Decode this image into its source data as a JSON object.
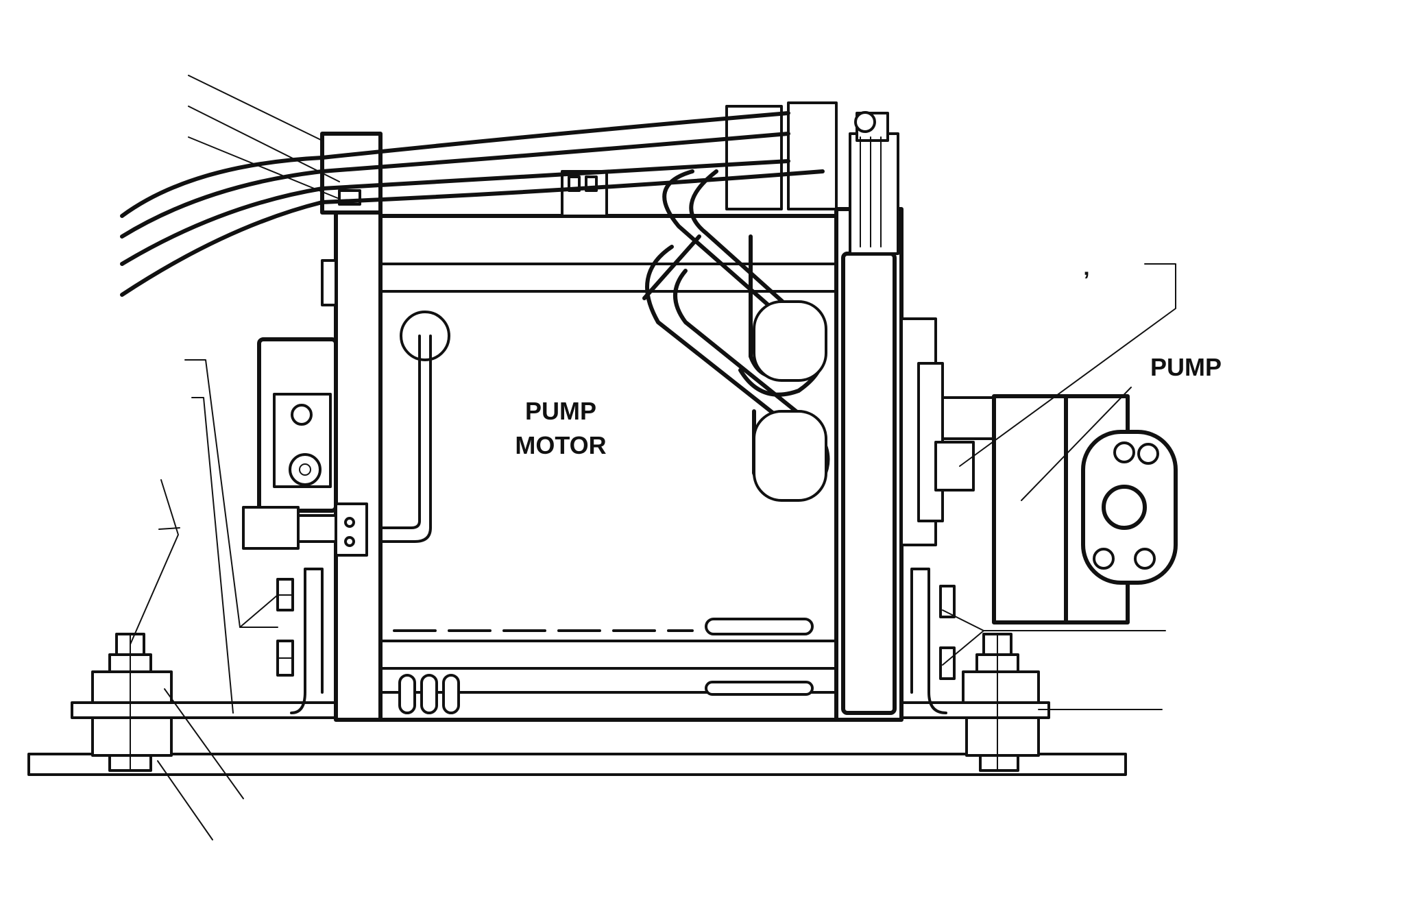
{
  "labels": {
    "motor_line1": "PUMP",
    "motor_line2": "MOTOR",
    "pump": "PUMP",
    "tick_mark": "’"
  },
  "colors": {
    "ink": "#111111",
    "paper": "#ffffff"
  }
}
